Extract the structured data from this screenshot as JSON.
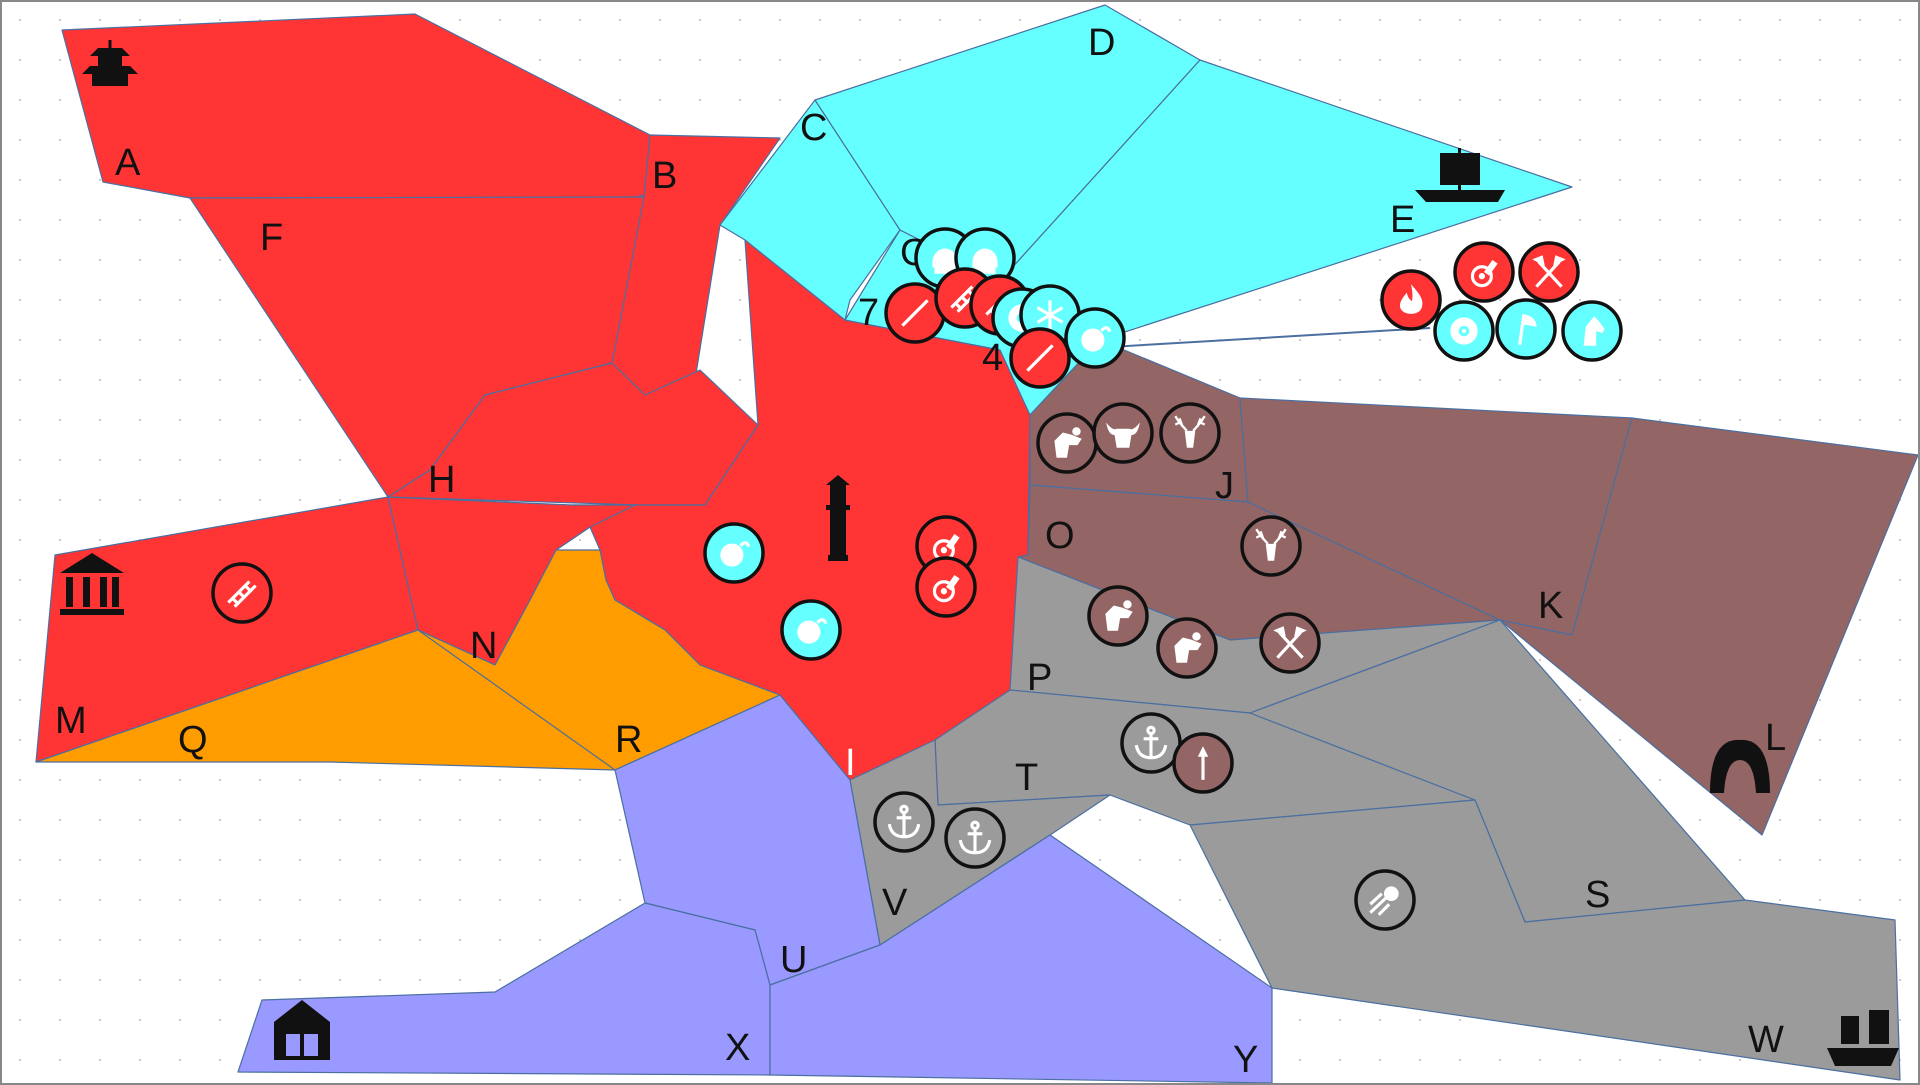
{
  "game": {
    "type": "territory-control board game",
    "colors": {
      "red": "#ff3535",
      "cyan": "#66ffff",
      "brown": "#946565",
      "gray": "#9b9b9b",
      "orange": "#ff9c00",
      "lavender": "#9999ff",
      "outline": "#4a6fa0",
      "ink": "#111111"
    },
    "regions": [
      {
        "id": "A",
        "label": "A",
        "owner": "red"
      },
      {
        "id": "B",
        "label": "B",
        "owner": "red"
      },
      {
        "id": "C",
        "label": "C",
        "owner": "cyan"
      },
      {
        "id": "D",
        "label": "D",
        "owner": "cyan"
      },
      {
        "id": "E",
        "label": "E",
        "owner": "cyan"
      },
      {
        "id": "F",
        "label": "F",
        "owner": "red"
      },
      {
        "id": "G",
        "label": "G",
        "owner": "cyan"
      },
      {
        "id": "H",
        "label": "H",
        "owner": "red"
      },
      {
        "id": "I",
        "label": "I",
        "owner": "red"
      },
      {
        "id": "J",
        "label": "J",
        "owner": "brown"
      },
      {
        "id": "K",
        "label": "K",
        "owner": "brown"
      },
      {
        "id": "L",
        "label": "L",
        "owner": "brown"
      },
      {
        "id": "M",
        "label": "M",
        "owner": "red"
      },
      {
        "id": "N",
        "label": "N",
        "owner": "red"
      },
      {
        "id": "O",
        "label": "O",
        "owner": "brown"
      },
      {
        "id": "P",
        "label": "P",
        "owner": "gray"
      },
      {
        "id": "Q",
        "label": "Q",
        "owner": "orange"
      },
      {
        "id": "R",
        "label": "R",
        "owner": "orange"
      },
      {
        "id": "S",
        "label": "S",
        "owner": "gray"
      },
      {
        "id": "T",
        "label": "T",
        "owner": "gray"
      },
      {
        "id": "U",
        "label": "U",
        "owner": "lavender"
      },
      {
        "id": "V",
        "label": "V",
        "owner": "gray"
      },
      {
        "id": "W",
        "label": "W",
        "owner": "gray"
      },
      {
        "id": "X",
        "label": "X",
        "owner": "lavender"
      },
      {
        "id": "Y",
        "label": "Y",
        "owner": "lavender"
      }
    ],
    "stack_counts": [
      "7",
      "4"
    ],
    "landmarks": [
      {
        "region": "A",
        "icon": "pagoda-icon"
      },
      {
        "region": "E",
        "icon": "longship-icon"
      },
      {
        "region": "I",
        "icon": "tower-icon"
      },
      {
        "region": "L",
        "icon": "cave-icon"
      },
      {
        "region": "M",
        "icon": "temple-icon"
      },
      {
        "region": "W",
        "icon": "pirate-ship-icon"
      },
      {
        "region": "X",
        "icon": "barn-icon"
      }
    ],
    "units": [
      {
        "region": "G",
        "owner": "cyan",
        "icon": "warrior-helmet-icon"
      },
      {
        "region": "G",
        "owner": "cyan",
        "icon": "warrior-helmet-icon"
      },
      {
        "region": "G",
        "owner": "red",
        "icon": "staff-icon"
      },
      {
        "region": "G",
        "owner": "red",
        "icon": "ladder-icon"
      },
      {
        "region": "G",
        "owner": "red",
        "icon": "ladder-icon"
      },
      {
        "region": "G",
        "owner": "cyan",
        "icon": "shield-icon"
      },
      {
        "region": "G",
        "owner": "cyan",
        "icon": "frost-icon"
      },
      {
        "region": "G",
        "owner": "red",
        "icon": "staff-icon"
      },
      {
        "region": "G",
        "owner": "cyan",
        "icon": "bomb-icon"
      },
      {
        "region": "E",
        "owner": "red",
        "icon": "fire-icon"
      },
      {
        "region": "E",
        "owner": "red",
        "icon": "cannon-icon"
      },
      {
        "region": "E",
        "owner": "red",
        "icon": "crossed-axes-icon"
      },
      {
        "region": "E",
        "owner": "cyan",
        "icon": "shield-icon"
      },
      {
        "region": "E",
        "owner": "cyan",
        "icon": "axe-icon"
      },
      {
        "region": "E",
        "owner": "cyan",
        "icon": "horse-head-icon"
      },
      {
        "region": "I",
        "owner": "cyan",
        "icon": "bomb-icon"
      },
      {
        "region": "I",
        "owner": "cyan",
        "icon": "bomb-icon"
      },
      {
        "region": "I",
        "owner": "red",
        "icon": "cannon-icon"
      },
      {
        "region": "I",
        "owner": "red",
        "icon": "cannon-icon"
      },
      {
        "region": "M",
        "owner": "red",
        "icon": "ladder-icon"
      },
      {
        "region": "J",
        "owner": "brown",
        "icon": "dragon-head-icon"
      },
      {
        "region": "J",
        "owner": "brown",
        "icon": "bull-skull-icon"
      },
      {
        "region": "J",
        "owner": "brown",
        "icon": "deer-head-icon"
      },
      {
        "region": "O",
        "owner": "brown",
        "icon": "deer-head-icon"
      },
      {
        "region": "P",
        "owner": "brown",
        "icon": "dragon-head-icon"
      },
      {
        "region": "P",
        "owner": "brown",
        "icon": "dragon-head-icon"
      },
      {
        "region": "P",
        "owner": "brown",
        "icon": "crossed-axes-icon"
      },
      {
        "region": "T",
        "owner": "gray",
        "icon": "anchor-icon"
      },
      {
        "region": "T",
        "owner": "brown",
        "icon": "spear-icon"
      },
      {
        "region": "V",
        "owner": "gray",
        "icon": "anchor-icon"
      },
      {
        "region": "V",
        "owner": "gray",
        "icon": "anchor-icon"
      },
      {
        "region": "S",
        "owner": "gray",
        "icon": "comet-icon"
      }
    ]
  }
}
